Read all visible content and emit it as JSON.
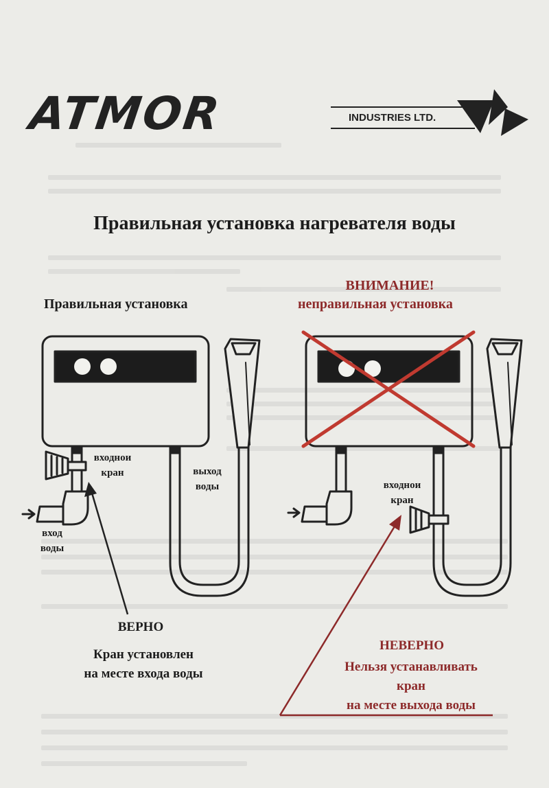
{
  "header": {
    "logo_word": "ATMOR",
    "industries": "INDUSTRIES LTD."
  },
  "title": "Правильная установка нагревателя воды",
  "left": {
    "heading": "Правильная установка",
    "inlet_tap": [
      "входнoи",
      "кран"
    ],
    "outlet": [
      "выход",
      "воды"
    ],
    "inlet_water": [
      "вход",
      "воды"
    ],
    "verdict": "ВЕРНО",
    "note": [
      "Кран установлен",
      "на месте входа воды"
    ]
  },
  "right": {
    "attention": "ВНИМАНИЕ!",
    "heading": "неправильная установка",
    "inlet_tap": [
      "входнoи",
      "кран"
    ],
    "verdict": "НЕВЕРНО",
    "note": [
      "Нельзя устанавливать",
      "кран",
      "на месте выхода воды"
    ]
  },
  "colors": {
    "paper": "#ecece8",
    "ink": "#1c1c1c",
    "warning_red": "#8d2a2a",
    "cross_red": "#c03a30"
  },
  "icons": [
    "logo-triangle-mark-icon",
    "inlet-arrow-icon",
    "tap-valve-icon",
    "shower-head-icon",
    "cross-mark-icon"
  ]
}
